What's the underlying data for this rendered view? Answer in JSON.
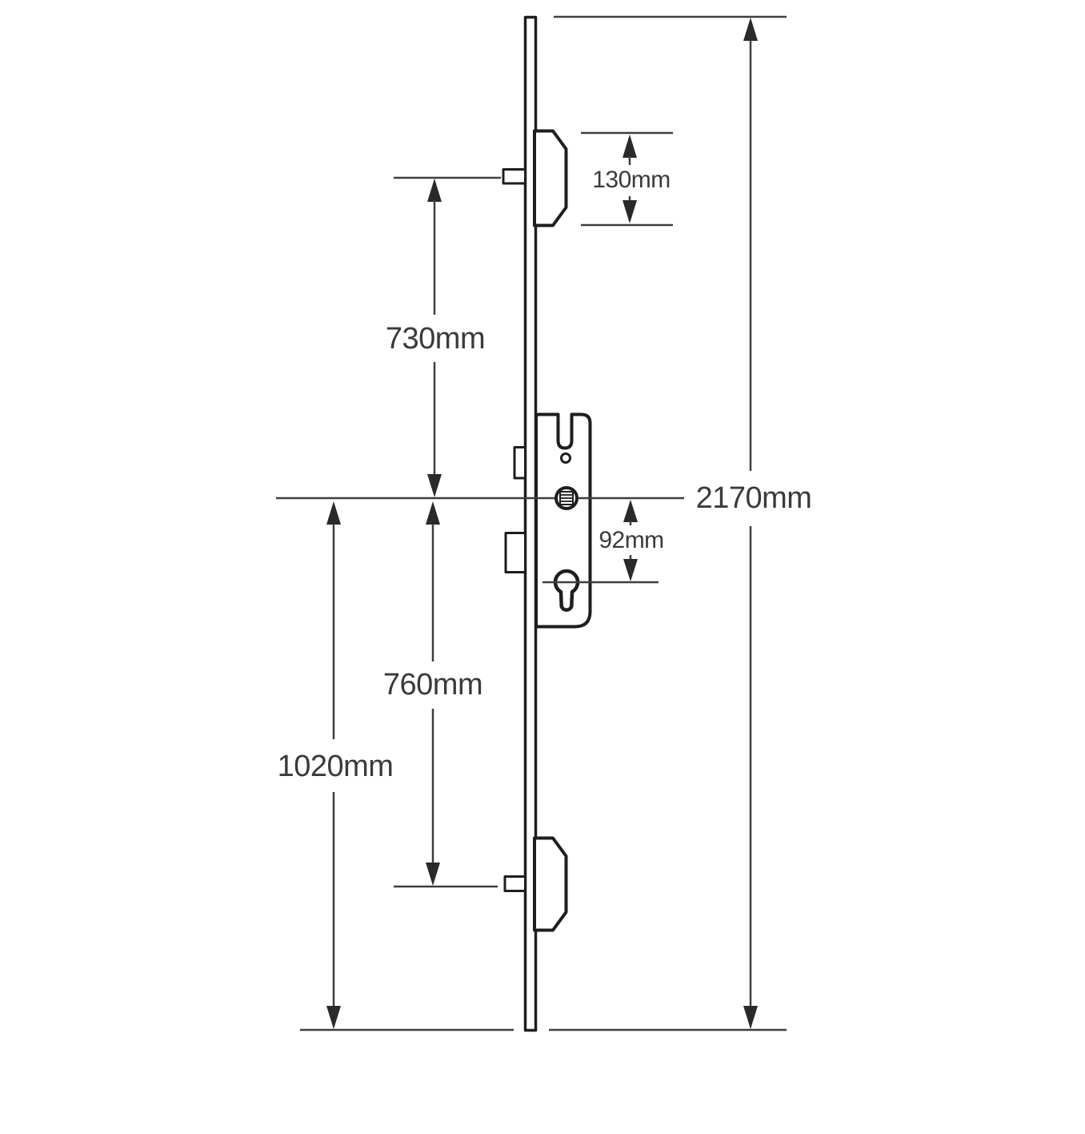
{
  "diagram": {
    "type": "technical dimension drawing of a multipoint door lock strip",
    "labels": {
      "dim_130": "130mm",
      "dim_730": "730mm",
      "dim_2170": "2170mm",
      "dim_92": "92mm",
      "dim_760": "760mm",
      "dim_1020": "1020mm"
    },
    "colors": {
      "background": "#ffffff",
      "part_outline": "#1e1e1e",
      "dimension_line": "#3f3f3f",
      "arrowhead": "#2a2a2a",
      "text": "#3a3a3a"
    }
  }
}
